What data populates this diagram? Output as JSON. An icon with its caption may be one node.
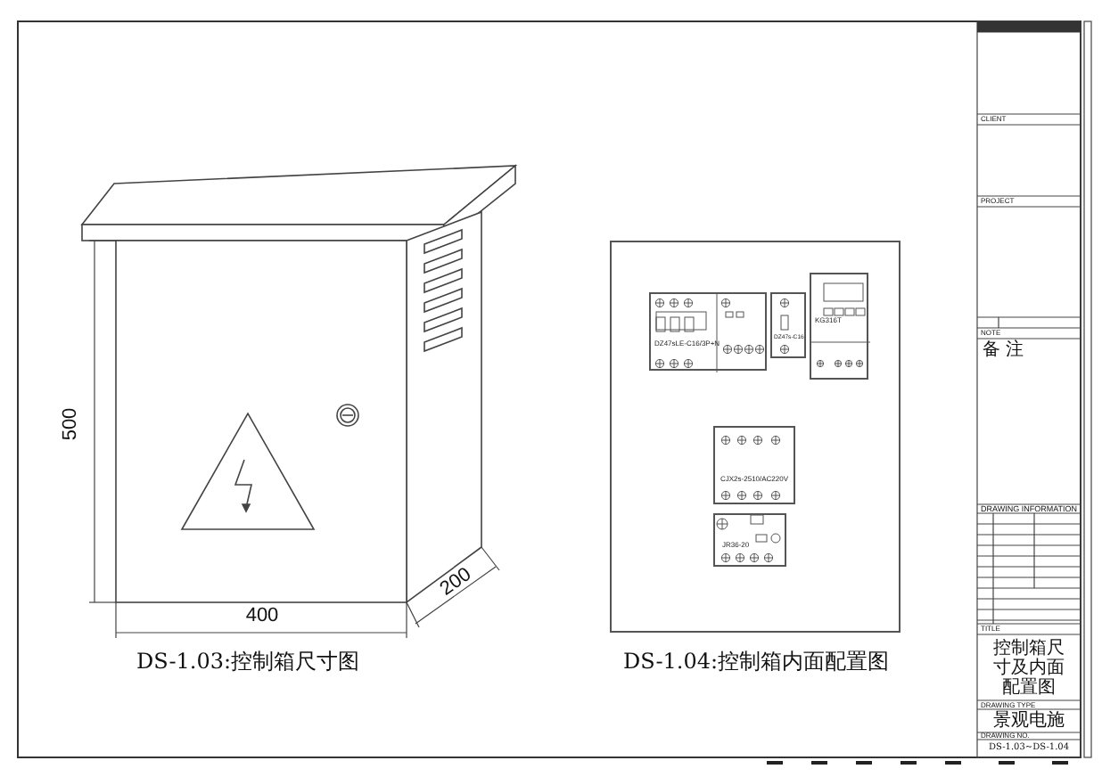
{
  "diagram": {
    "nodes": [
      {
        "text": [],
        "shape": "box"
      },
      {
        "text": [
          "DZ47sLE-C16/3P+N"
        ],
        "in": 0
      },
      {
        "text": [
          "DZ47s-C16"
        ],
        "in": 0
      },
      {
        "text": [
          "KG316T"
        ],
        "in": 0
      },
      {
        "text": [
          "CJX2s-2510/AC220V"
        ],
        "in": 0
      },
      {
        "text": [
          "JR36-20"
        ],
        "in": 0
      }
    ],
    "edges": [],
    "labels": [
      "500",
      "400",
      "200",
      "DS-1.03:控制箱尺寸图",
      "DS-1.04:控制箱内面配置图",
      "CLIENT",
      "PROJECT",
      "NOTE",
      "备 注",
      "DRAWING INFORMATION",
      "TITLE",
      "控制箱尺寸及内面配置图",
      "DRAWING TYPE",
      "景观电施",
      "DRAWING NO.",
      "DS-1.03~DS-1.04"
    ]
  }
}
